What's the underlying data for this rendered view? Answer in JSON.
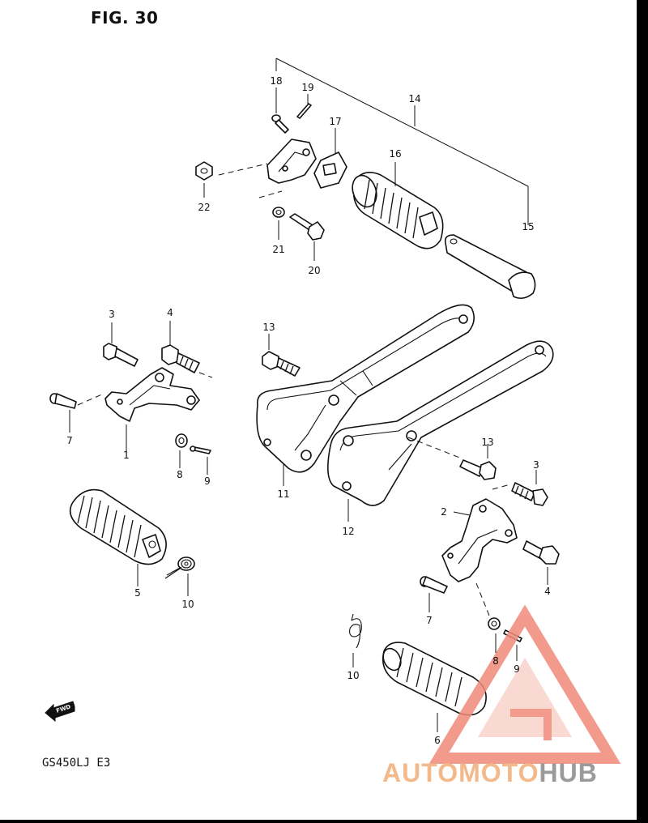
{
  "figure": {
    "title": "FIG. 30",
    "model_code": "GS450LJ  E3"
  },
  "fwd_badge": {
    "label": "FWD"
  },
  "watermark": {
    "part1": "AUTOMOTO",
    "part2": "HUB"
  },
  "callouts": {
    "c18": "18",
    "c19": "19",
    "c14": "14",
    "c17": "17",
    "c16": "16",
    "c15": "15",
    "c22": "22",
    "c21": "21",
    "c20": "20",
    "c3a": "3",
    "c4a": "4",
    "c13a": "13",
    "c7a": "7",
    "c1": "1",
    "c8a": "8",
    "c9a": "9",
    "c11": "11",
    "c12": "12",
    "c5": "5",
    "c10a": "10",
    "c13b": "13",
    "c3b": "3",
    "c2": "2",
    "c4b": "4",
    "c7b": "7",
    "c8b": "8",
    "c9b": "9",
    "c10b": "10",
    "c6": "6"
  },
  "colors": {
    "watermark_primary": "#f08a7a",
    "watermark_secondary": "#9a9a9a",
    "line": "#111111"
  }
}
